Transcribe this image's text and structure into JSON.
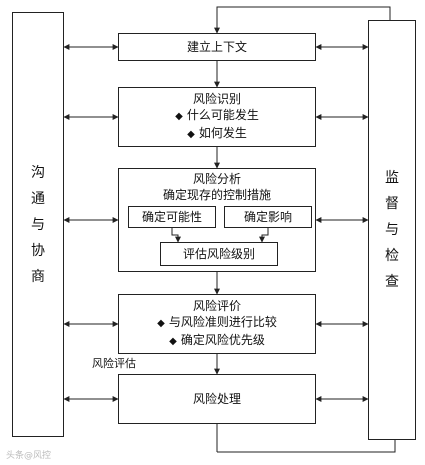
{
  "left_panel": {
    "label": "沟通与协商",
    "chars": [
      "沟",
      "通",
      "与",
      "协",
      "商"
    ]
  },
  "right_panel": {
    "label": "监督与检查",
    "chars": [
      "监",
      "督",
      "与",
      "检",
      "查"
    ]
  },
  "boxes": {
    "context": {
      "label": "建立上下文"
    },
    "identification": {
      "title": "风险识别",
      "bullets": [
        "什么可能发生",
        "如何发生"
      ]
    },
    "analysis": {
      "title": "风险分析",
      "subtitle": "确定现存的控制措施",
      "likelihood": "确定可能性",
      "impact": "确定影响",
      "level": "评估风险级别"
    },
    "evaluation": {
      "title": "风险评价",
      "bullets": [
        "与风险准则进行比较",
        "确定风险优先级"
      ]
    },
    "treatment": {
      "label": "风险处理"
    }
  },
  "assessment_label": "风险评估",
  "bullet_symbol": "◆",
  "watermark": "头条@风控"
}
